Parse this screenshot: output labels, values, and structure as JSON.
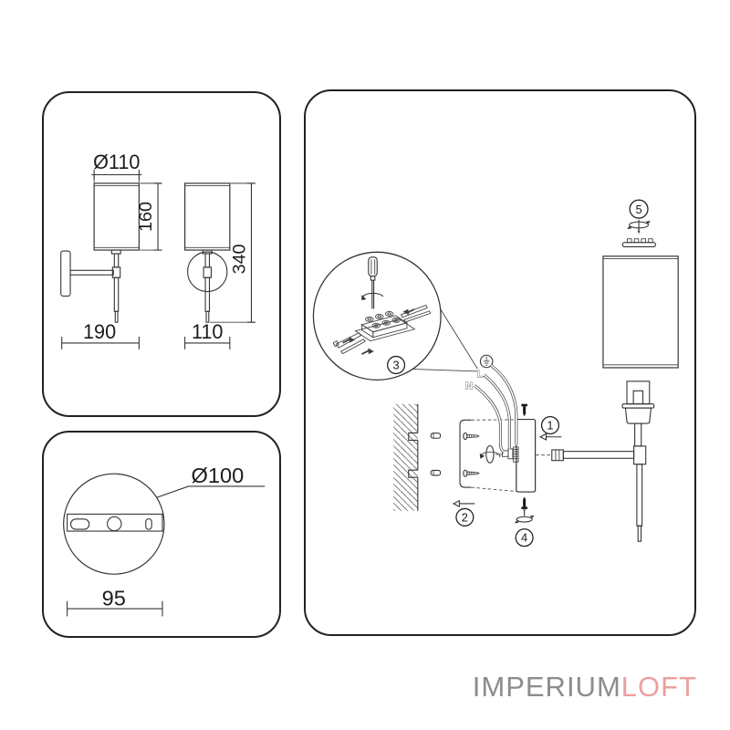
{
  "document": {
    "kind": "wall-lamp installation and dimensions sheet"
  },
  "brand": {
    "name_primary": "IMPERIUM",
    "name_secondary": "LOFT",
    "color_primary": "#8b8b90",
    "color_secondary": "#ec9f9f"
  },
  "dimensions_panel": {
    "shade_diameter": "Ø110",
    "shade_height": "160",
    "fixture_depth": "190",
    "fixture_width": "110",
    "fixture_height": "340"
  },
  "plate_panel": {
    "plate_diameter": "Ø100",
    "hole_spacing": "95"
  },
  "installation_panel": {
    "steps": [
      "1",
      "2",
      "3",
      "4",
      "5"
    ],
    "wire_live": "L",
    "wire_neutral": "N"
  },
  "line_color": "#333333"
}
